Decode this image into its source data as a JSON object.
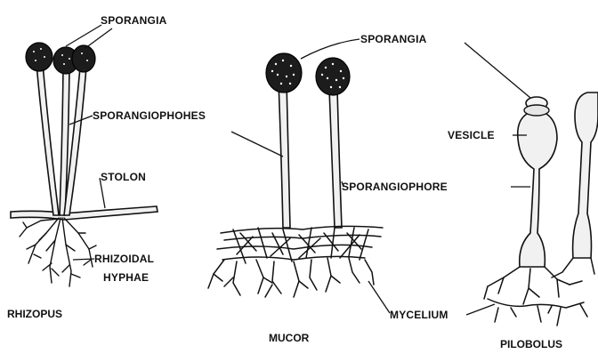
{
  "labels": {
    "sporangia_left": "SPORANGIA",
    "sporangiophores": "SPORANGIOPHOHES",
    "stolon": "STOLON",
    "rhizoidal_line1": "RHIZOIDAL",
    "rhizoidal_line2": "HYPHAE",
    "sporangia_right": "SPORANGIA",
    "vesicle": "VESICLE",
    "sporangiophore": "SPORANGIOPHORE",
    "mycelium": "MYCELIUM"
  },
  "organisms": {
    "rhizopus": "RHIZOPUS",
    "mucor": "MUCOR",
    "pilobolus": "PILOBOLUS"
  }
}
